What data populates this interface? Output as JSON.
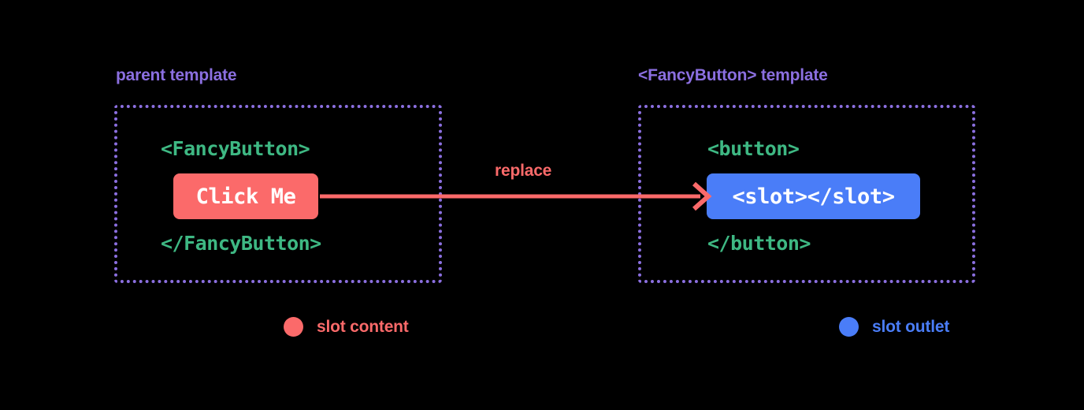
{
  "diagram": {
    "title_semantics": "vue-slot-content-to-slot-outlet",
    "background_color": "#000000",
    "accent_colors": {
      "purple": "#8b6fe0",
      "green": "#3eb883",
      "red": "#fb6a6a",
      "blue": "#4a7df8",
      "white": "#ffffff"
    }
  },
  "panels": {
    "left": {
      "title": "parent template",
      "open_tag": "<FancyButton>",
      "close_tag": "</FancyButton>",
      "pill_text": "Click Me",
      "pill_color": "#fb6a6a"
    },
    "right": {
      "title": "<FancyButton> template",
      "open_tag": "<button>",
      "close_tag": "</button>",
      "pill_text": "<slot></slot>",
      "pill_color": "#4a7df8"
    }
  },
  "arrow": {
    "label": "replace",
    "color": "#fb6a6a",
    "direction": "left-to-right"
  },
  "legend": {
    "items": [
      {
        "label": "slot content",
        "color": "#fb6a6a"
      },
      {
        "label": "slot outlet",
        "color": "#4a7df8"
      }
    ]
  }
}
